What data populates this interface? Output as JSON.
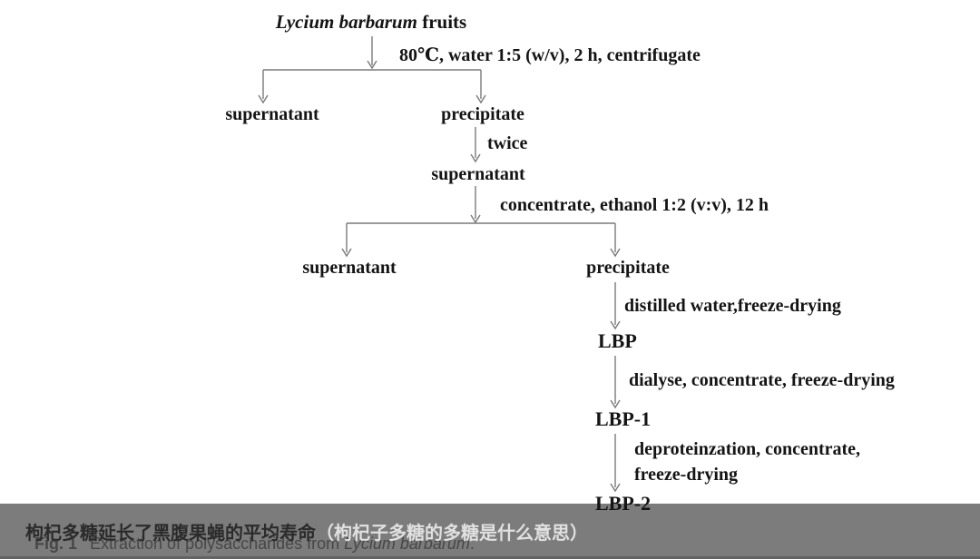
{
  "figure": {
    "root": {
      "species": "Lycium barbarum",
      "suffix": " fruits"
    },
    "steps": {
      "step1": "80℃, water 1:5 (w/v), 2 h, centrifugate",
      "twice": "twice",
      "step2": "concentrate, ethanol 1:2 (v:v), 12 h",
      "step3": "distilled water,freeze-drying",
      "step4": "dialyse, concentrate, freeze-drying",
      "step5_line1": "deproteinzation, concentrate,",
      "step5_line2": "freeze-drying"
    },
    "nodes": {
      "supernatant1": "supernatant",
      "precipitate1": "precipitate",
      "supernatant2": "supernatant",
      "supernatant3": "supernatant",
      "precipitate2": "precipitate",
      "lbp": "LBP",
      "lbp1": "LBP-1",
      "lbp2": "LBP-2"
    },
    "caption": {
      "label": "Fig. 1",
      "body": "Extraction of polysaccharides from ",
      "species": "Lycium barbarum",
      "period": "."
    }
  },
  "overlay": {
    "title_main": "枸杞多糖延长了黑腹果蝇的平均寿命",
    "title_paren": "（枸杞子多糖的多糖是什么意思）",
    "bar_color": "#717171",
    "title_main_color": "#2b2b2b",
    "title_paren_color": "#e0e0e0"
  },
  "style": {
    "line_color": "#7a7a7a",
    "text_color": "#141414"
  }
}
